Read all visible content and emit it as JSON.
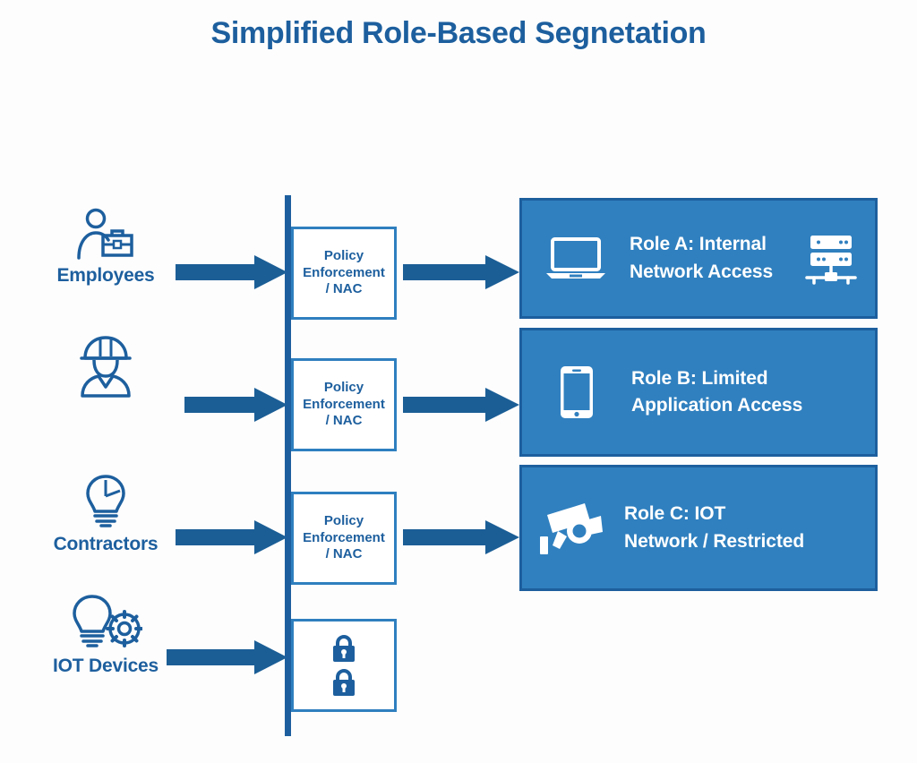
{
  "page": {
    "title": "Simplified Role-Based Segnetation",
    "background_color": "#fdfdfd",
    "accent_dark_blue": "#1d5f9e",
    "accent_mid_blue": "#3080bf",
    "arrow_color": "#1b5e96"
  },
  "sources": [
    {
      "id": "employees",
      "label": "Employees",
      "icon": "person-briefcase-icon",
      "has_label": true
    },
    {
      "id": "worker",
      "label": "",
      "icon": "hardhat-worker-icon",
      "has_label": false
    },
    {
      "id": "contractors",
      "label": "Contractors",
      "icon": "lightbulb-icon",
      "has_label": true
    },
    {
      "id": "iot-devices",
      "label": "IOT Devices",
      "icon": "lightbulb-gear-icon",
      "has_label": true
    }
  ],
  "policy": {
    "label": "Policy\nEnforcement\n/ NAC",
    "boxes": [
      {
        "id": "policy-1",
        "text": "Policy\nEnforcement\n/ NAC",
        "type": "text"
      },
      {
        "id": "policy-2",
        "text": "Policy\nEnforcement\n/ NAC",
        "type": "text"
      },
      {
        "id": "policy-3",
        "text": "Policy\nEnforcement\n/ NAC",
        "type": "text"
      },
      {
        "id": "policy-4",
        "text": "",
        "type": "locks",
        "icon": "padlock-icon"
      }
    ]
  },
  "roles": [
    {
      "id": "role-a",
      "text": "Role A: Internal\nNetwork Access",
      "icon_left": "laptop-icon",
      "icon_right": "server-network-icon"
    },
    {
      "id": "role-b",
      "text": "Role B:  Limited\nApplication Access",
      "icon_left": "smartphone-icon",
      "icon_right": ""
    },
    {
      "id": "role-c",
      "text": "Role C: IOT\nNetwork / Restricted",
      "icon_left": "security-camera-icon",
      "icon_right": ""
    }
  ],
  "arrows": {
    "left_group_label": "source-to-policy-arrow",
    "right_group_label": "policy-to-role-arrow",
    "count_left": 4,
    "count_right": 3
  }
}
